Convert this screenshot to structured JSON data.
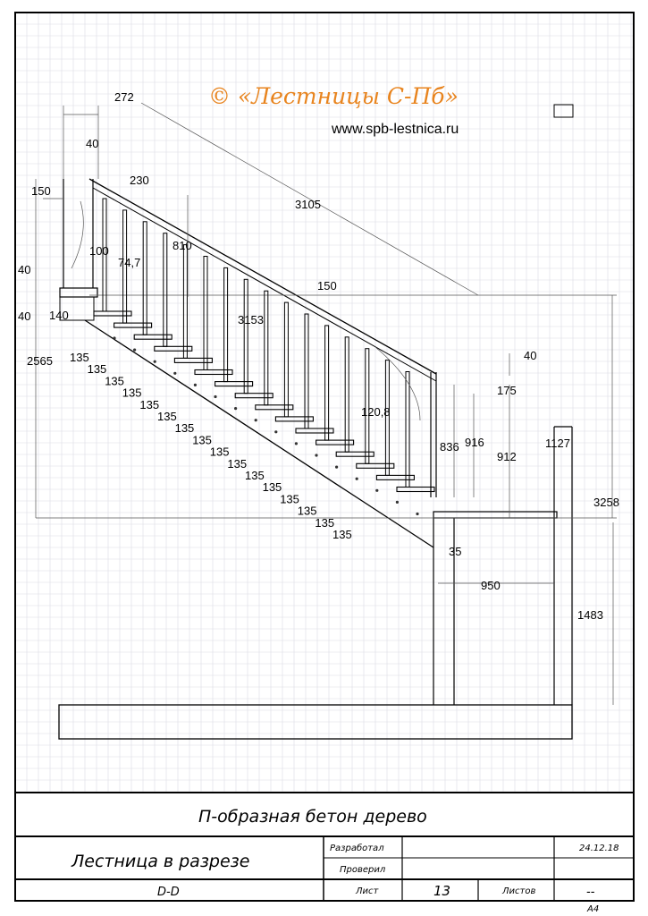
{
  "header": {
    "logo": "© «Лестницы С-Пб»",
    "url": "www.spb-lestnica.ru"
  },
  "dimensions": {
    "d272": "272",
    "d40_top": "40",
    "d150_left": "150",
    "d230": "230",
    "d3105": "3105",
    "d810": "810",
    "d100": "100",
    "d74_7": "74,7",
    "d40_a": "40",
    "d40_b": "40",
    "d140": "140",
    "d150_mid": "150",
    "d3153": "3153",
    "d2565": "2565",
    "d120_8": "120,8",
    "d40_right": "40",
    "d175": "175",
    "d836": "836",
    "d916": "916",
    "d912": "912",
    "d1127": "1127",
    "d3258": "3258",
    "d35": "35",
    "d950": "950",
    "d1483": "1483",
    "step": "135"
  },
  "title_block": {
    "name": "П-образная бетон дерево",
    "drawing": "Лестница в разрезе",
    "section": "D-D",
    "developed_label": "Разработал",
    "checked_label": "Проверил",
    "sheet_label": "Лист",
    "sheet_number": "13",
    "sheets_label": "Листов",
    "sheets_value": "--",
    "date": "24.12.18",
    "format": "A4"
  }
}
